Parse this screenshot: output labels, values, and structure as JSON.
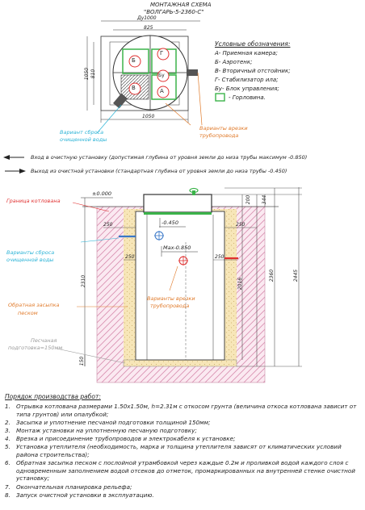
{
  "title_line1": "МОНТАЖНАЯ СХЕМА",
  "title_line2": "\"ВОЛГАРЬ-5-2360-С\"",
  "top_view": {
    "dim_top": "Ду1000",
    "dim_inner": "825",
    "dim_left_outer": "1050",
    "dim_left_inner": "810",
    "dim_bottom": "1050",
    "chambers": [
      "Б",
      "Г",
      "В",
      "Бу",
      "А"
    ],
    "callout_discharge": [
      "Вариант сброса",
      "очищенной воды"
    ],
    "callout_pipe": [
      "Варианты врезки",
      "трубопровода"
    ]
  },
  "legend": {
    "title": "Условные обозначения:",
    "items": [
      "А- Приемная камера;",
      "Б- Аэротенк;",
      "В- Вторичный отстойник;",
      "Г- Стабилизатор ила;",
      "Бу- Блок управления;"
    ],
    "hatch_label": "- Горловина."
  },
  "arrows": {
    "inlet": "Вход в очистную установку (допустимая глубина от уровня земли до низа трубы максимум -0.850)",
    "outlet": "Выход из очистной установки (стандартная глубина от уровня земли до низа трубы -0.450)"
  },
  "section": {
    "ground_mark": "±0.000",
    "pit_label": "Граница котлована",
    "discharge_label": [
      "Варианты сброса",
      "очищенной воды"
    ],
    "backfill_label": [
      "Обратная засыпка",
      "песком"
    ],
    "sand_bed_label": [
      "Песчаная",
      "подготовка=150мм"
    ],
    "pipe_label": [
      "Варианты врезки",
      "трубопровода"
    ],
    "mark_outlet": "-0.450",
    "mark_inlet": "Max-0.850",
    "dim_side_left": "250",
    "dim_side_right": "250",
    "dim_mid_left": "250",
    "dim_mid_right": "250",
    "dim_height": "2310",
    "dim_body": "2016",
    "dim_total": "2360",
    "dim_overall": "2445",
    "dim_top_a": "200",
    "dim_top_b": "344",
    "dim_bed": "150"
  },
  "procedure": {
    "title": "Порядок производства работ:",
    "steps": [
      {
        "n": "1.",
        "text": "Отрывка котлована размерами 1.50х1.50м, h=2.31м с откосом грунта (величина откоса котлована зависит от типа грунтов) или опалубкой;"
      },
      {
        "n": "2.",
        "text": "Засыпка и уплотнение песчаной подготовки толщиной 150мм;"
      },
      {
        "n": "3.",
        "text": "Монтаж установки на уплотненную песчаную подготовку;"
      },
      {
        "n": "4.",
        "text": "Врезка и присоединение трубопроводов и электрокабеля к установке;"
      },
      {
        "n": "5.",
        "text": "Установка утеплителя (необходимость, марка и толщина утеплителя зависят от климатических условий района строительства);"
      },
      {
        "n": "6.",
        "text": "Обратная засыпка песком с послойной утрамбовкой через каждые 0.2м и проливкой водой каждого слоя с одновременным заполнением водой отсеков до отметок, промаркированных на внутренней стенке очистной установку;"
      },
      {
        "n": "7.",
        "text": "Окончательная планировка рельефа;"
      },
      {
        "n": "8.",
        "text": "Запуск очистной установки в эксплуатацию."
      }
    ]
  }
}
